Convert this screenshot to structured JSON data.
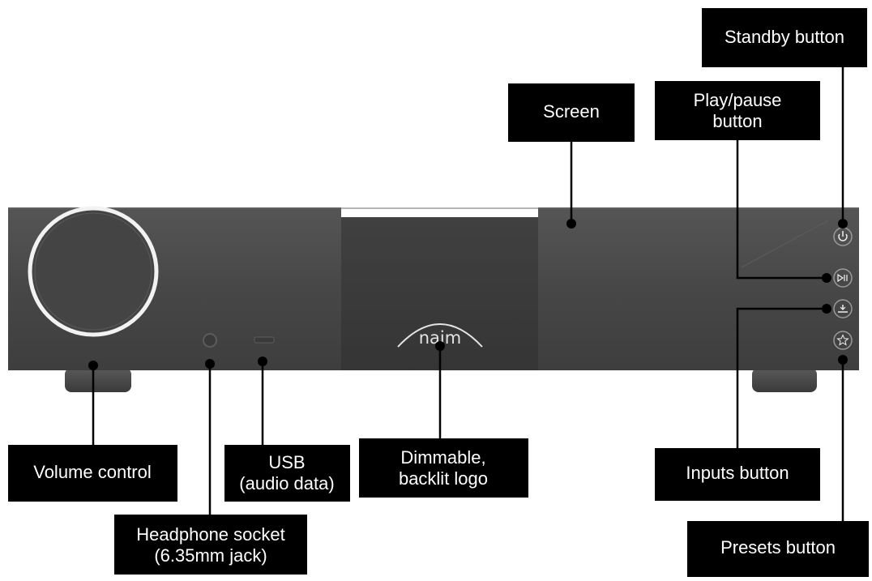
{
  "product": {
    "logo_text": "naim"
  },
  "callouts": {
    "standby": {
      "lines": [
        "Standby button"
      ]
    },
    "play_pause": {
      "lines": [
        "Play/pause",
        "button"
      ]
    },
    "screen": {
      "lines": [
        "Screen"
      ]
    },
    "volume": {
      "lines": [
        "Volume control"
      ]
    },
    "usb": {
      "lines": [
        "USB",
        "(audio data)"
      ]
    },
    "logo": {
      "lines": [
        "Dimmable,",
        "backlit logo"
      ]
    },
    "inputs": {
      "lines": [
        "Inputs button"
      ]
    },
    "headphone": {
      "lines": [
        "Headphone socket",
        "(6.35mm jack)"
      ]
    },
    "presets": {
      "lines": [
        "Presets button"
      ]
    }
  },
  "colors": {
    "label_background": "#000000",
    "label_text": "#ffffff",
    "leader_line": "#000000",
    "chassis": "#4a4a4a",
    "centre_panel": "#3c3c3c",
    "knob_ring": "#f2f2f2"
  },
  "icons": {
    "standby": "power-icon",
    "play_pause": "play-pause-icon",
    "inputs": "input-icon",
    "presets": "star-icon"
  }
}
